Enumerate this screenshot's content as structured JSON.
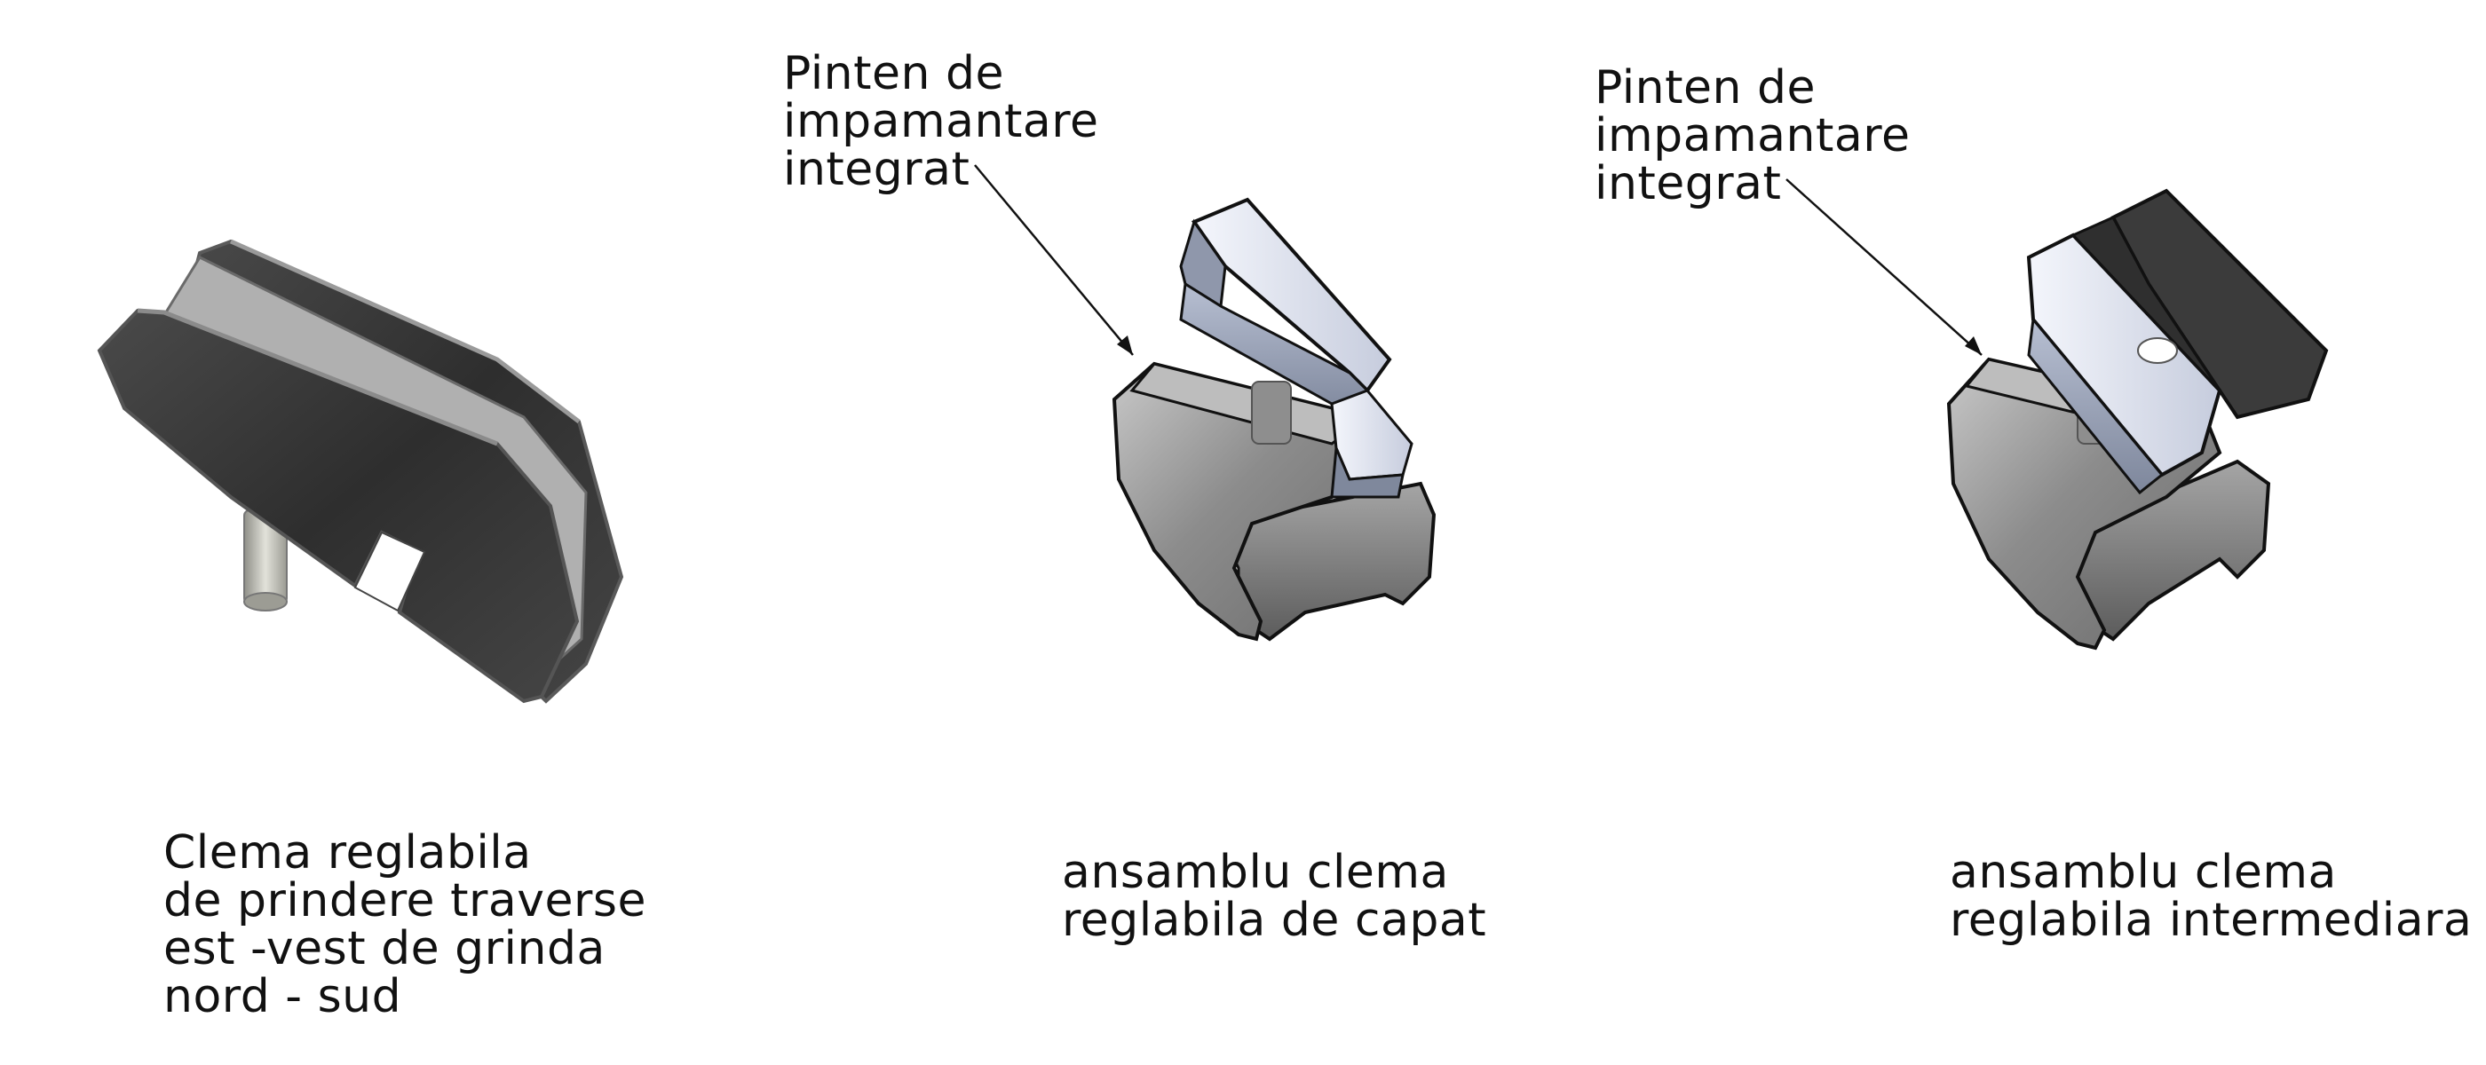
{
  "annotations": {
    "left_callout": [
      "Pinten de",
      "impamantare",
      "integrat"
    ],
    "right_callout": [
      "Pinten de",
      "impamantare",
      "integrat"
    ]
  },
  "captions": {
    "part_1": [
      "Clema reglabila",
      "de prindere traverse",
      "est -vest de grinda",
      "nord - sud"
    ],
    "part_2": [
      "ansamblu clema",
      "reglabila de capat"
    ],
    "part_3": [
      "ansamblu clema",
      "reglabila intermediara"
    ]
  },
  "colors": {
    "metal_dark": "#3c3c3c",
    "metal_mid": "#8a8a8a",
    "metal_light": "#b9b9b9",
    "aluminium_light": "#dfe4f5",
    "aluminium_shade": "#9ea6b8",
    "outline": "#111111"
  }
}
